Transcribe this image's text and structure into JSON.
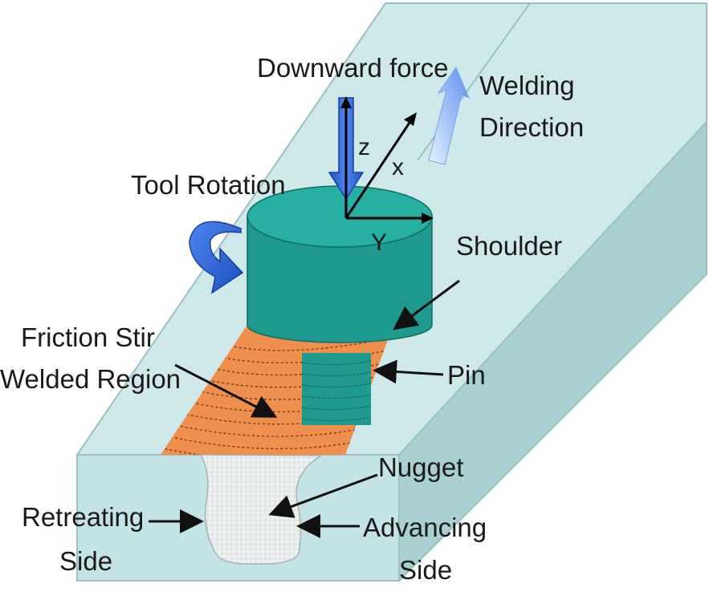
{
  "labels": {
    "downward_force": "Downward force",
    "welding_direction": [
      "Welding",
      "Direction"
    ],
    "tool_rotation": "Tool Rotation",
    "shoulder": "Shoulder",
    "fsw_region": [
      "Friction Stir",
      "Welded Region"
    ],
    "pin": "Pin",
    "nugget": "Nugget",
    "retreating_side": [
      "Retreating",
      "Side"
    ],
    "advancing_side": [
      "Advancing",
      "Side"
    ]
  },
  "axes": {
    "z": "z",
    "x": "x",
    "y": "Y"
  },
  "colors": {
    "plate_top": "#cfe8ea",
    "plate_front": "#c4e3e6",
    "plate_side": "#a9cfd3",
    "weld_region": "#ee8f4e",
    "tool": "#1e9a8e",
    "tool_dark": "#157c72",
    "arrow_blue": "#2f6fe0",
    "nugget": "#eef0f0"
  }
}
